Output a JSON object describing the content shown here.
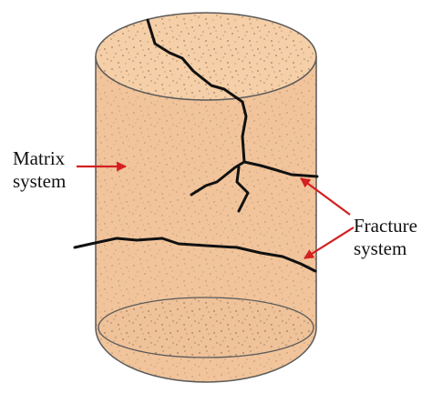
{
  "labels": {
    "matrix_line1": "Matrix",
    "matrix_line2": "system",
    "fracture_line1": "Fracture",
    "fracture_line2": "system"
  },
  "colors": {
    "body_fill": "#f1c49b",
    "top_fill": "#f5cfa8",
    "bottom_fill": "#efc299",
    "outline": "#5a5a5a",
    "speckle": "#7a5a40",
    "fracture": "#111111",
    "arrow": "#d42020"
  }
}
